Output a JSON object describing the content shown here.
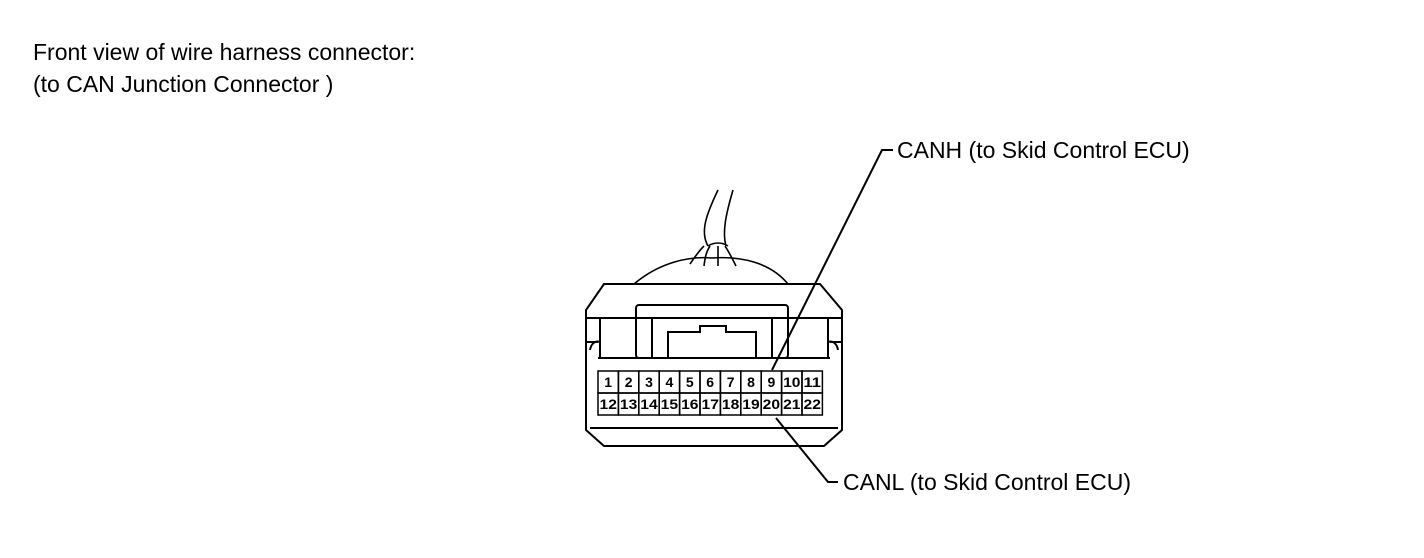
{
  "caption": {
    "line1": "Front view of wire harness connector:",
    "line2": "(to CAN Junction Connector )"
  },
  "connector": {
    "top_row": [
      "1",
      "2",
      "3",
      "4",
      "5",
      "6",
      "7",
      "8",
      "9",
      "10",
      "11"
    ],
    "bottom_row": [
      "12",
      "13",
      "14",
      "15",
      "16",
      "17",
      "18",
      "19",
      "20",
      "21",
      "22"
    ]
  },
  "callouts": {
    "canh": {
      "label": "CANH (to Skid Control ECU)",
      "pin": "9"
    },
    "canl": {
      "label": "CANL (to Skid Control ECU)",
      "pin": "20"
    }
  }
}
